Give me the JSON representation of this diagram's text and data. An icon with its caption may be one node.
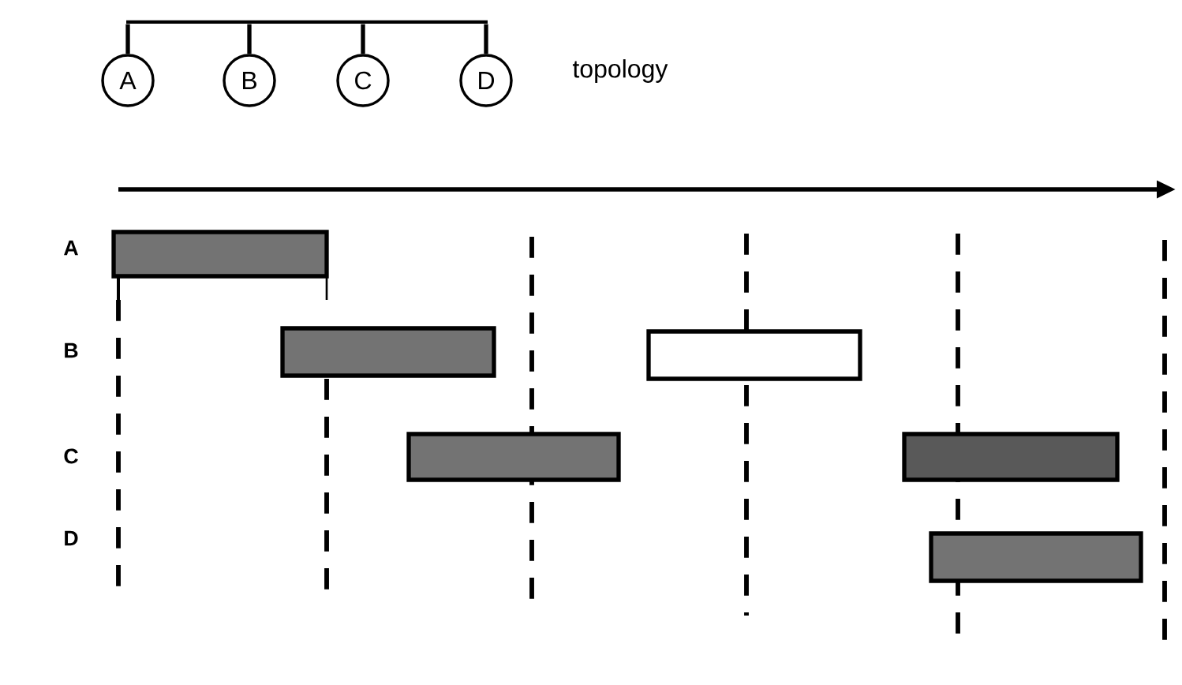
{
  "diagram": {
    "nodes": [
      {
        "text": [
          "A"
        ]
      },
      {
        "text": [
          "B"
        ]
      },
      {
        "text": [
          "C"
        ]
      },
      {
        "text": [
          "D"
        ]
      },
      {
        "text": [],
        "shape": "bar"
      }
    ],
    "edges": [
      {
        "from": 0,
        "to": 4,
        "arrow": "none"
      },
      {
        "from": 1,
        "to": 4,
        "arrow": "none"
      },
      {
        "from": 2,
        "to": 4,
        "arrow": "none"
      },
      {
        "from": 3,
        "to": 4,
        "arrow": "none"
      }
    ],
    "labels": [
      "topology",
      "A",
      "B",
      "C",
      "D"
    ]
  }
}
